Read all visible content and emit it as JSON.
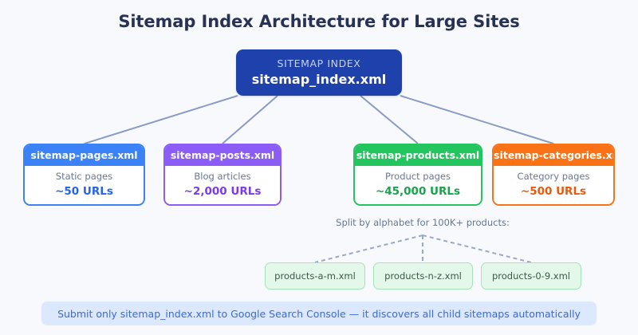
{
  "page": {
    "title": "Sitemap Index Architecture for Large Sites",
    "background_color": "#f7f9fc",
    "title_color": "#283255"
  },
  "root_node": {
    "kicker": "SITEMAP INDEX",
    "filename": "sitemap_index.xml",
    "fill_color": "#1f41ab",
    "kicker_color": "#c7d2ef",
    "filename_color": "#ffffff"
  },
  "connectors": {
    "color": "#8b9cc4",
    "width": 2,
    "dashed_color": "#9aa9c9",
    "dash_pattern": "5,4"
  },
  "children": [
    {
      "id": "pages",
      "filename": "sitemap-pages.xml",
      "description": "Static pages",
      "count": "~50 URLs",
      "accent_color": "#3b82f6",
      "count_color": "#2563eb"
    },
    {
      "id": "posts",
      "filename": "sitemap-posts.xml",
      "description": "Blog articles",
      "count": "~2,000 URLs",
      "accent_color": "#8b5cf6",
      "count_color": "#7c3aed"
    },
    {
      "id": "products",
      "filename": "sitemap-products.xml",
      "description": "Product pages",
      "count": "~45,000 URLs",
      "accent_color": "#22c55e",
      "count_color": "#16a34a"
    },
    {
      "id": "categories",
      "filename": "sitemap-categories.xml",
      "description": "Category pages",
      "count": "~500 URLs",
      "accent_color": "#f97316",
      "count_color": "#ea580c"
    }
  ],
  "split_note": "Split by alphabet for 100K+ products:",
  "leaves": [
    {
      "id": "am",
      "filename": "products-a-m.xml"
    },
    {
      "id": "nz",
      "filename": "products-n-z.xml"
    },
    {
      "id": "09",
      "filename": "products-0-9.xml"
    }
  ],
  "leaf_style": {
    "fill_color": "#e3f8e9",
    "border_color": "#a7e3b9",
    "text_color": "#3c5a48"
  },
  "footer_banner": {
    "text": "Submit only sitemap_index.xml to Google Search Console — it discovers all child sitemaps automatically",
    "fill_color": "#dce8fd",
    "text_color": "#3a6ae0"
  }
}
